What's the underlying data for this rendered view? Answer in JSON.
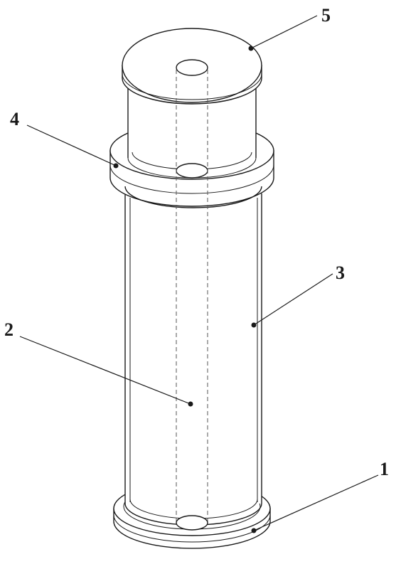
{
  "labels": {
    "one": "1",
    "two": "2",
    "three": "3",
    "four": "4",
    "five": "5"
  }
}
